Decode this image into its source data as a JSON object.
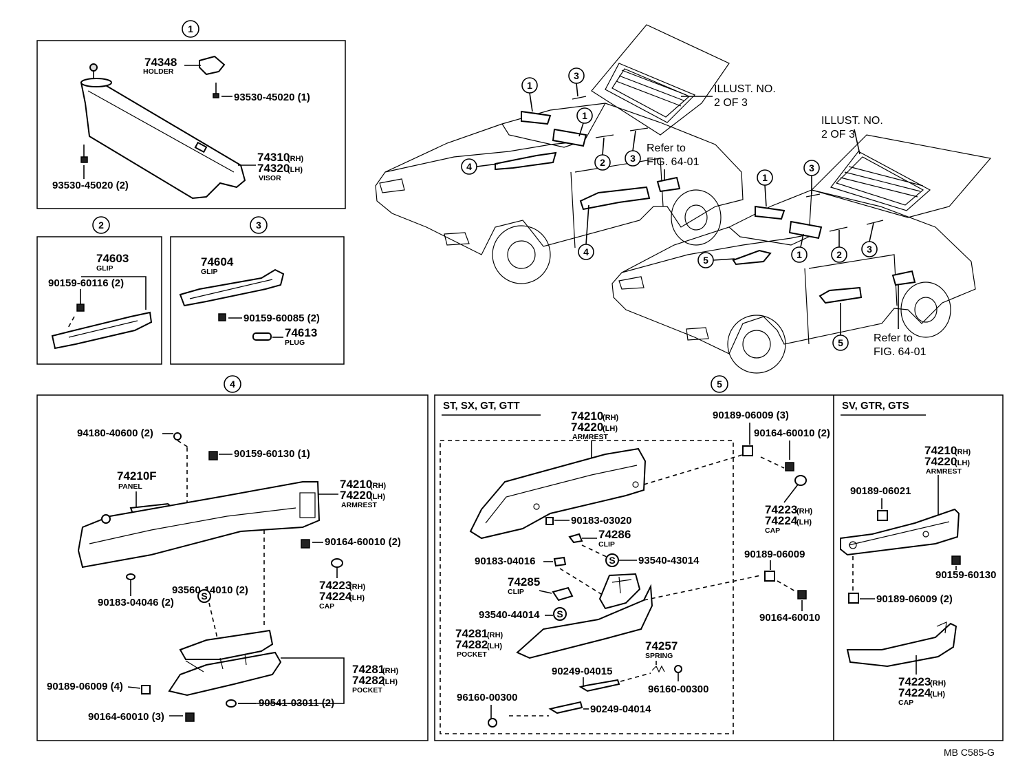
{
  "sections": {
    "s1": "①",
    "s2": "②",
    "s3": "③",
    "s4": "④",
    "s5": "⑤"
  },
  "callouts": {
    "c1": "1",
    "c2": "2",
    "c3": "3",
    "c4": "4",
    "c5": "5"
  },
  "s1": {
    "holder_pn": "74348",
    "holder_nm": "HOLDER",
    "screw_a": "93530-45020 (1)",
    "visor_rh": "74310",
    "visor_rh_sfx": "(RH)",
    "visor_lh": "74320",
    "visor_lh_sfx": "(LH)",
    "visor_nm": "VISOR",
    "screw_b": "93530-45020 (2)"
  },
  "s2": {
    "grip_pn": "74603",
    "grip_nm": "GLIP",
    "screw": "90159-60116 (2)"
  },
  "s3": {
    "grip_pn": "74604",
    "grip_nm": "GLIP",
    "screw": "90159-60085 (2)",
    "plug_pn": "74613",
    "plug_nm": "PLUG"
  },
  "s4": {
    "nut": "94180-40600 (2)",
    "screw_a": "90159-60130 (1)",
    "panel_pn": "74210F",
    "panel_nm": "PANEL",
    "arm_rh": "74210",
    "arm_rh_sfx": "(RH)",
    "arm_lh": "74220",
    "arm_lh_sfx": "(LH)",
    "arm_nm": "ARMREST",
    "screw_b": "90164-60010 (2)",
    "plug": "90183-04046 (2)",
    "cap_rh": "74223",
    "cap_rh_sfx": "(RH)",
    "cap_lh": "74224",
    "cap_lh_sfx": "(LH)",
    "cap_nm": "CAP",
    "s_clip": "93560-14010 (2)",
    "s_mark": "S",
    "pocket_rh": "74281",
    "pocket_rh_sfx": "(RH)",
    "pocket_lh": "74282",
    "pocket_lh_sfx": "(LH)",
    "pocket_nm": "POCKET",
    "nut_b": "90189-06009 (4)",
    "screw_c": "90541-03011 (2)",
    "screw_d": "90164-60010 (3)"
  },
  "s5": {
    "variant_a": "ST, SX, GT, GTT",
    "variant_b": "SV, GTR, GTS",
    "arm_rh": "74210",
    "arm_rh_sfx": "(RH)",
    "arm_lh": "74220",
    "arm_lh_sfx": "(LH)",
    "arm_nm": "ARMREST",
    "nut_a": "90189-06009 (3)",
    "screw_a": "90164-60010 (2)",
    "clip_nut": "90183-03020",
    "clip_pn": "74286",
    "clip_nm": "CLIP",
    "s_mark": "S",
    "s_clip_a": "93540-43014",
    "clip_b_nut": "90183-04016",
    "clip_b_pn": "74285",
    "clip_b_nm": "CLIP",
    "s_clip_b": "93540-44014",
    "cap_rh": "74223",
    "cap_rh_sfx": "(RH)",
    "cap_lh": "74224",
    "cap_lh_sfx": "(LH)",
    "cap_nm": "CAP",
    "nut_b": "90189-06009",
    "screw_b": "90164-60010",
    "pocket_rh": "74281",
    "pocket_rh_sfx": "(RH)",
    "pocket_lh": "74282",
    "pocket_lh_sfx": "(LH)",
    "pocket_nm": "POCKET",
    "spring_pn": "74257",
    "spring_nm": "SPRING",
    "pin_a": "90249-04015",
    "washer_a": "96160-00300",
    "washer_b": "96160-00300",
    "pin_b": "90249-04014",
    "b_arm_rh": "74210",
    "b_arm_rh_sfx": "(RH)",
    "b_arm_lh": "74220",
    "b_arm_lh_sfx": "(LH)",
    "b_arm_nm": "ARMREST",
    "b_nut": "90189-06021",
    "b_screw": "90159-60130",
    "b_nut2": "90189-06009 (2)",
    "b_cap_rh": "74223",
    "b_cap_rh_sfx": "(RH)",
    "b_cap_lh": "74224",
    "b_cap_lh_sfx": "(LH)",
    "b_cap_nm": "CAP"
  },
  "cars": {
    "ill_a_1": "ILLUST. NO.",
    "ill_a_2": "2 OF 3",
    "ill_b_1": "ILLUST. NO.",
    "ill_b_2": "2 OF 3",
    "ref_a_1": "Refer to",
    "ref_a_2": "FIG. 64-01",
    "ref_b_1": "Refer to",
    "ref_b_2": "FIG. 64-01"
  },
  "footer": "MB  C585-G"
}
